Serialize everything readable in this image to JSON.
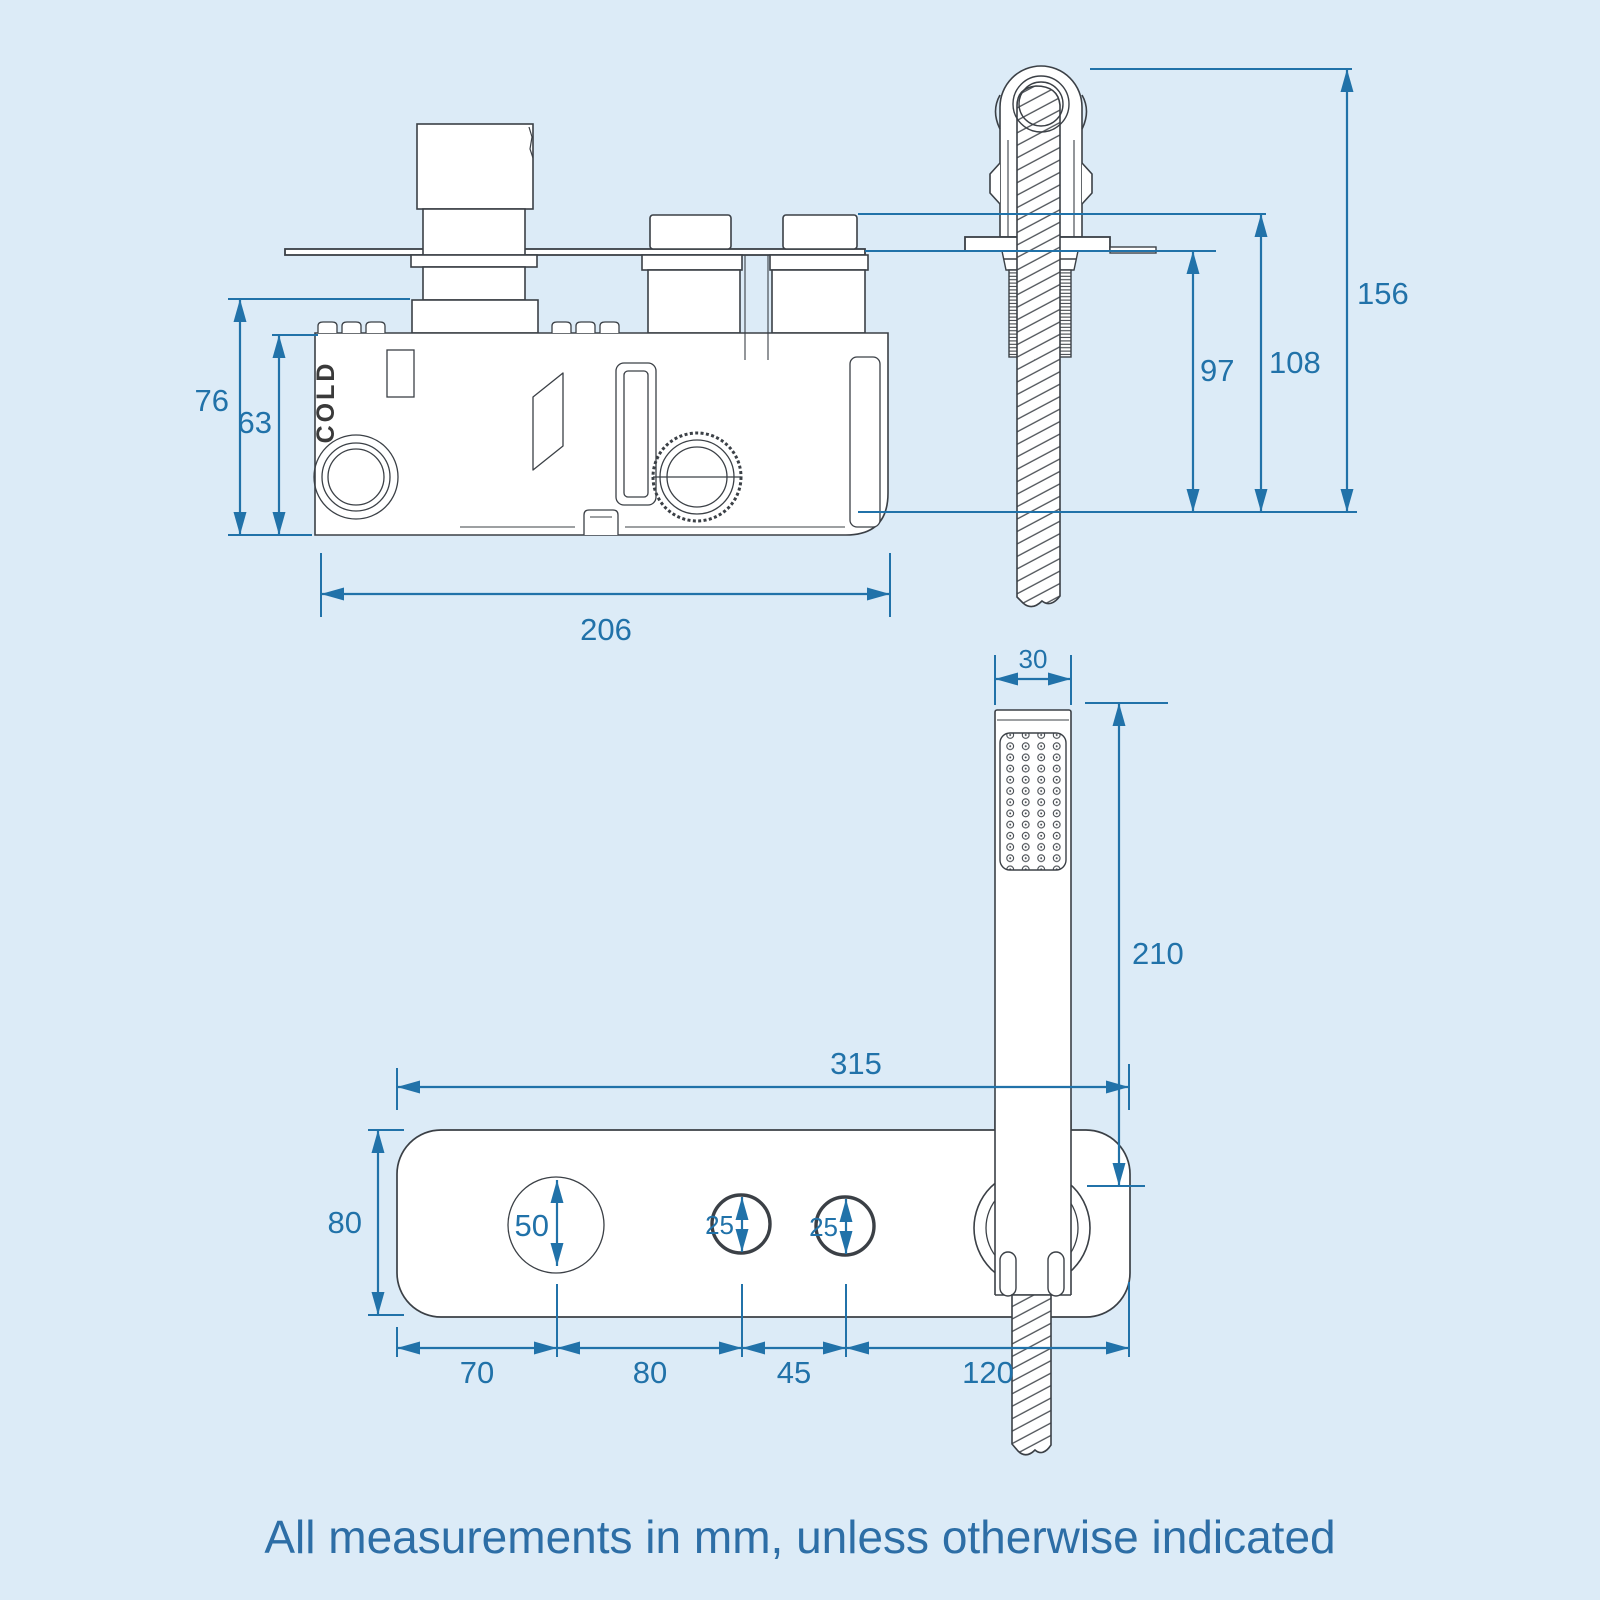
{
  "footer": {
    "note": "All measurements in mm, unless otherwise indicated"
  },
  "colors": {
    "background": "#dcebf7",
    "drawing_line": "#3b4046",
    "dimension_blue": "#2172a9",
    "footer_blue": "#2d6ea6",
    "part_fill": "#ffffff"
  },
  "valve_side_view": {
    "cold_label": "COLD",
    "dims": {
      "height_total": "76",
      "body_height": "63",
      "body_width": "206"
    }
  },
  "hose_deck_view": {
    "dims": {
      "overall_height": "156",
      "height_to_holder_base": "108",
      "height_below_deck": "97"
    }
  },
  "handset_view": {
    "dims": {
      "head_width": "30",
      "handset_length": "210"
    }
  },
  "front_plate_view": {
    "dims": {
      "plate_width": "315",
      "plate_height": "80",
      "dial_diameter": "50",
      "button_diameter": "25"
    },
    "spacings": [
      "70",
      "80",
      "45",
      "120"
    ]
  }
}
